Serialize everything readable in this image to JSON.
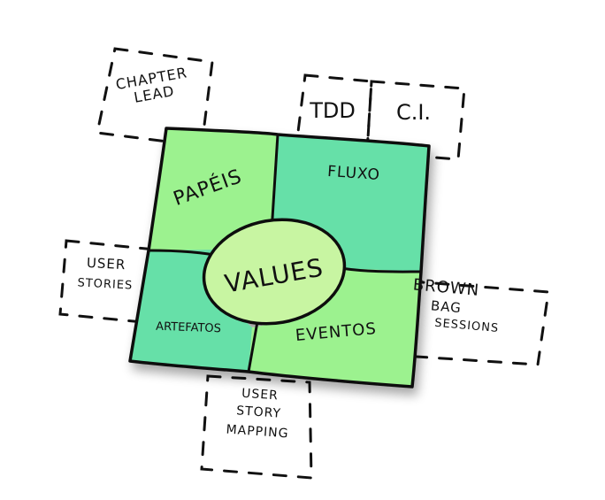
{
  "colors": {
    "light_green": "#9cf28f",
    "teal_green": "#66e0a8",
    "center_pale": "#c8f5a2",
    "ink": "#111111",
    "background": "#ffffff"
  },
  "center": {
    "label": "Values"
  },
  "quadrants": [
    {
      "id": "top-left",
      "label": "Papéis"
    },
    {
      "id": "top-right",
      "label": "Fluxo"
    },
    {
      "id": "bottom-left",
      "label": "Artefatos"
    },
    {
      "id": "bottom-right",
      "label": "Eventos"
    }
  ],
  "satellites": [
    {
      "id": "chapter-lead",
      "lines": [
        "Chapter",
        "Lead"
      ]
    },
    {
      "id": "tdd",
      "lines": [
        "TDD"
      ]
    },
    {
      "id": "ci",
      "lines": [
        "C.I."
      ]
    },
    {
      "id": "user-stories",
      "lines": [
        "User",
        "Stories"
      ]
    },
    {
      "id": "brown-bag",
      "lines": [
        "Brown",
        "Bag",
        "Sessions"
      ]
    },
    {
      "id": "user-story-mapping",
      "lines": [
        "User",
        "Story",
        "Mapping"
      ]
    }
  ]
}
